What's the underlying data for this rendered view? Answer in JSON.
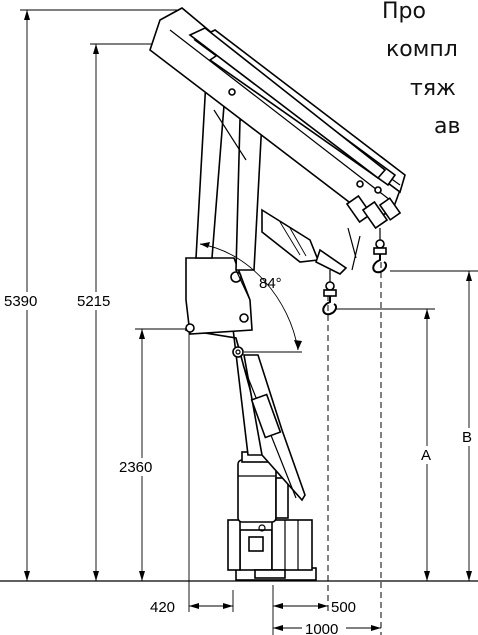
{
  "caption": {
    "line1": "Про",
    "line2": "компл",
    "line3": "тяж",
    "line4": "ав"
  },
  "dimensions": {
    "d5390": "5390",
    "d5215": "5215",
    "d2360": "2360",
    "d420": "420",
    "d500": "500",
    "d1000": "1000",
    "angle": "84°",
    "labelA": "A",
    "labelB": "B"
  }
}
